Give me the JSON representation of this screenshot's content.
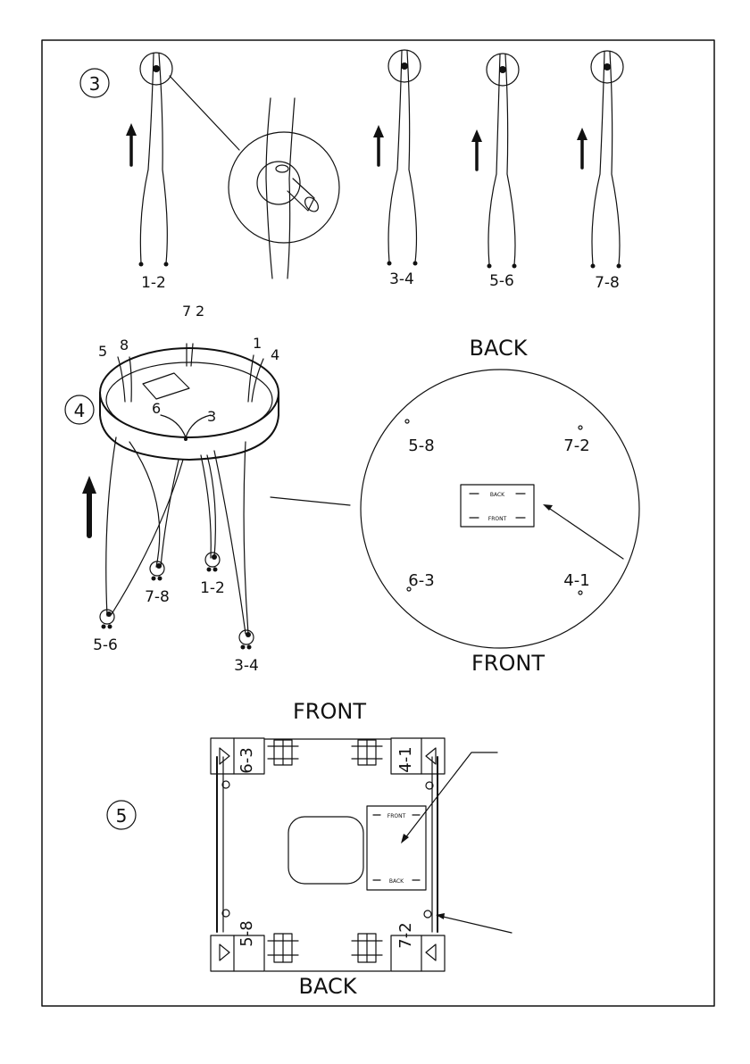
{
  "step3": {
    "number": "3",
    "wire_labels": [
      "1-2",
      "3-4",
      "5-6",
      "7-8"
    ]
  },
  "step4": {
    "number": "4",
    "ring_numbers": [
      "7",
      "2",
      "5",
      "8",
      "1",
      "4",
      "6",
      "3"
    ],
    "connector_labels": [
      "7-8",
      "1-2",
      "5-6",
      "3-4"
    ],
    "plate": {
      "top_label": "BACK",
      "bottom_label": "FRONT",
      "corner_labels": [
        "5-8",
        "7-2",
        "6-3",
        "4-1"
      ],
      "sticker_top": "BACK",
      "sticker_bottom": "FRONT"
    }
  },
  "step5": {
    "number": "5",
    "top_label": "FRONT",
    "bottom_label": "BACK",
    "corner_labels": [
      "6-3",
      "4-1",
      "5-8",
      "7-2"
    ],
    "sticker_top": "FRONT",
    "sticker_bottom": "BACK"
  }
}
